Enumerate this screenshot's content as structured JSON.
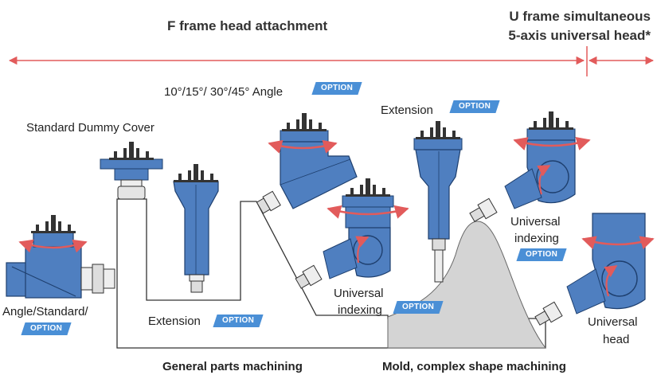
{
  "headers": {
    "f_frame": "F frame head attachment",
    "u_frame_line1": "U frame simultaneous",
    "u_frame_line2": "5-axis universal head*"
  },
  "labels": {
    "standard_dummy_cover": "Standard Dummy Cover",
    "angle_options": "10°/15°/ 30°/45° Angle",
    "extension_top": "Extension",
    "angle_standard": "Angle/Standard/",
    "extension_bottom": "Extension",
    "universal_indexing_1_line1": "Universal",
    "universal_indexing_1_line2": "indexing",
    "universal_indexing_2_line1": "Universal",
    "universal_indexing_2_line2": "indexing",
    "universal_head_line1": "Universal",
    "universal_head_line2": "head"
  },
  "option_badge": "OPTION",
  "captions": {
    "general": "General parts machining",
    "mold": "Mold, complex shape machining"
  },
  "colors": {
    "head_blue": "#4f7fc0",
    "arrow_red": "#e25b5b",
    "option_blue": "#4a8fd6",
    "mold_gray": "#d4d4d4"
  }
}
